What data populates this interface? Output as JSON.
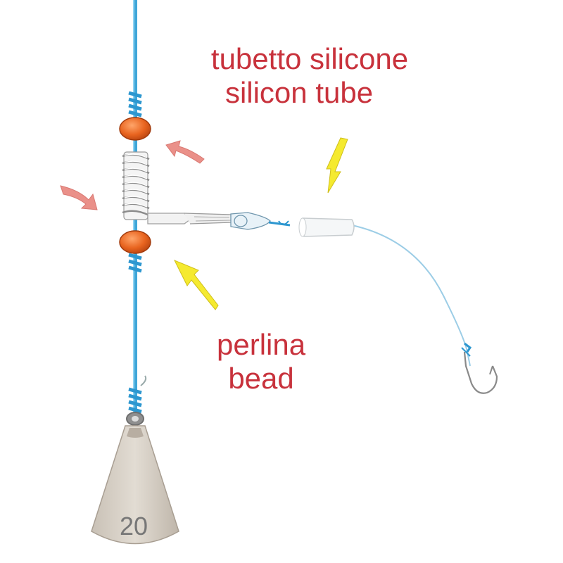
{
  "labels": {
    "silicon_tube_it": "tubetto silicone",
    "silicon_tube_en": "silicon tube",
    "bead_it": "perlina",
    "bead_en": "bead"
  },
  "weight": {
    "number": "20"
  },
  "colors": {
    "line": "#4fb3e0",
    "bead": "#e86a2a",
    "label_text": "#c8323c",
    "pointer_arrow": "#f2e62e",
    "rotation_arrow": "#e98f8a",
    "sinker": "#d4cdc4"
  },
  "icons": [
    "main-line",
    "bead-icon",
    "swivel-spring-icon",
    "rotation-arrow-icon",
    "pointer-arrow-icon",
    "hook-icon",
    "sinker-icon"
  ]
}
